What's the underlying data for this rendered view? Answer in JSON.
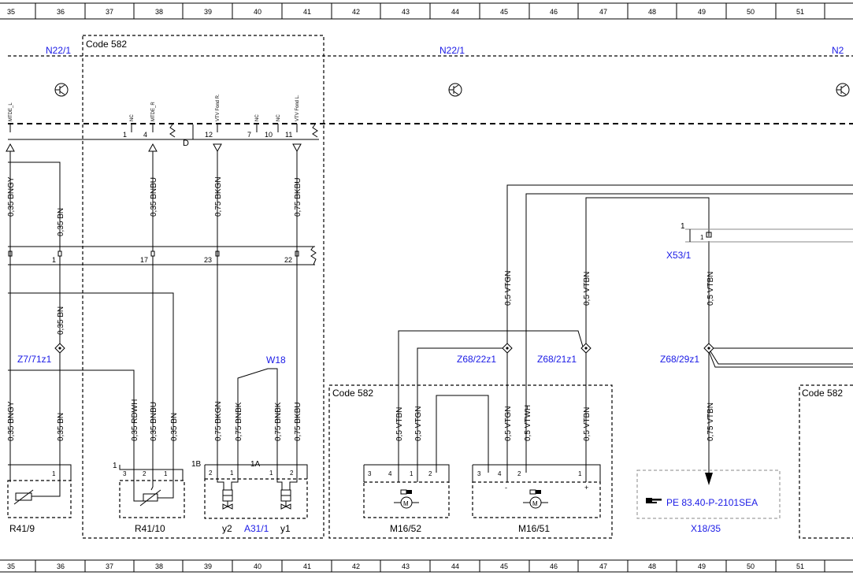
{
  "grid": {
    "numbers": [
      "35",
      "36",
      "37",
      "38",
      "39",
      "40",
      "41",
      "42",
      "43",
      "44",
      "45",
      "46",
      "47",
      "48",
      "49",
      "50",
      "51"
    ]
  },
  "modules": {
    "n22_left": "N22/1",
    "n22_mid": "N22/1",
    "n22_right": "N2"
  },
  "code_boxes": {
    "box1": "Code 582",
    "box2": "Code 582",
    "box3": "Code 582"
  },
  "top_connector": {
    "letter": "D",
    "pin_names": [
      "MTDE_L",
      "NC",
      "MTDE_R",
      "VTV Fond R.",
      "NC",
      "NC",
      "VTV Fond L."
    ],
    "pin_nums": [
      "1",
      "4",
      "12",
      "7",
      "10",
      "11"
    ]
  },
  "mid_connector": {
    "pin_nums": [
      "1",
      "17",
      "23",
      "22"
    ]
  },
  "wires_upper": [
    "0,35 BNGY",
    "0,35 BN",
    "0,35 BNBU",
    "0,75 BKGN",
    "0,75 BKBU"
  ],
  "wires_mid": [
    "0,35 BN",
    "0,5 VTGN",
    "0,5 VTBN",
    "0,5 VTBN"
  ],
  "wires_lower": [
    "0,35 BNGY",
    "0,35 BN",
    "0,35 RDWH",
    "0,35 BNBU",
    "0,35 BN",
    "0,75 BKGN",
    "0,75 BNBK",
    "0,75 BNBK",
    "0,75 BKBU",
    "0,5 VTBN",
    "0,5 VTGN",
    "0,5 VTGN",
    "0,5 VTWH",
    "0,5 VTBN",
    "0,75 VTBN"
  ],
  "splices": {
    "z7": "Z7/71z1",
    "z68_22": "Z68/22z1",
    "z68_21": "Z68/21z1",
    "z68_29": "Z68/29z1"
  },
  "w18": "W18",
  "x53": {
    "label": "X53/1",
    "pin": "1",
    "pin2": "1"
  },
  "components": {
    "r41_9": "R41/9",
    "r41_10": "R41/10",
    "y2": "y2",
    "a31": "A31/1",
    "y1": "y1",
    "m16_52": "M16/52",
    "m16_51": "M16/51",
    "x18": "X18/35"
  },
  "component_pins": {
    "r41_9": [
      "1"
    ],
    "r41_10": [
      "1",
      "3",
      "2",
      "1"
    ],
    "a31_b": "1B",
    "a31_a": "1A",
    "a31_pins": [
      "2",
      "1",
      "1",
      "2"
    ],
    "m16_52_pins": [
      "3",
      "4",
      "1",
      "2"
    ],
    "m16_51_pins": [
      "3",
      "4",
      "2",
      "1"
    ],
    "m_minus": "-",
    "m_plus": "+",
    "motor": "M"
  },
  "reference": {
    "icon": "pointing-hand-icon",
    "text": "PE 83.40-P-2101SEA"
  }
}
